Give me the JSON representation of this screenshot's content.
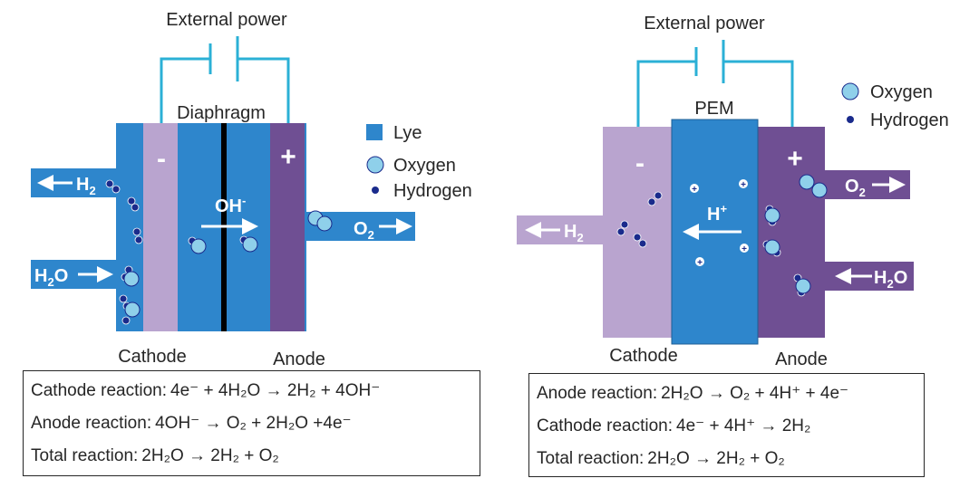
{
  "left": {
    "external_power": "External power",
    "diaphragm": "Diaphragm",
    "minus": "-",
    "plus": "+",
    "ion": "OH",
    "ion_sup": "-",
    "cathode": "Cathode",
    "anode": "Anode",
    "h2_out": "H",
    "h2_sub": "2",
    "h2o_in": "H",
    "h2o_sub": "2",
    "h2o_o": "O",
    "o2_out": "O",
    "o2_sub": "2",
    "legend": {
      "lye": "Lye",
      "oxygen": "Oxygen",
      "hydrogen": "Hydrogen"
    },
    "reactions": [
      {
        "label": "Cathode reaction:",
        "equation": "4e⁻ + 4H₂O → 2H₂ + 4OH⁻"
      },
      {
        "label": "Anode reaction:",
        "equation": "4OH⁻ → O₂ + 2H₂O +4e⁻"
      },
      {
        "label": "Total reaction:",
        "equation": "2H₂O → 2H₂ + O₂"
      }
    ]
  },
  "right": {
    "external_power": "External power",
    "pem": "PEM",
    "minus": "-",
    "plus": "+",
    "ion": "H",
    "ion_sup": "+",
    "cathode": "Cathode",
    "anode": "Anode",
    "h2_out": "H",
    "h2_sub": "2",
    "o2_out": "O",
    "o2_sub": "2",
    "h2o_in": "H",
    "h2o_sub": "2",
    "h2o_o": "O",
    "legend": {
      "oxygen": "Oxygen",
      "hydrogen": "Hydrogen"
    },
    "reactions": [
      {
        "label": "Anode reaction:",
        "equation": "2H₂O → O₂ + 4H⁺ + 4e⁻"
      },
      {
        "label": "Cathode reaction:",
        "equation": "4e⁻ + 4H⁺ → 2H₂"
      },
      {
        "label": "Total reaction:",
        "equation": "2H₂O → 2H₂ + O₂"
      }
    ]
  },
  "colors": {
    "lye_blue": "#2e86cc",
    "membrane_lilac": "#b9a4cf",
    "anode_purple": "#6f4f93",
    "wire_cyan": "#2bb0d6",
    "oxygen_fill": "#8fd0ea",
    "hydrogen_fill": "#1a2b8c"
  }
}
